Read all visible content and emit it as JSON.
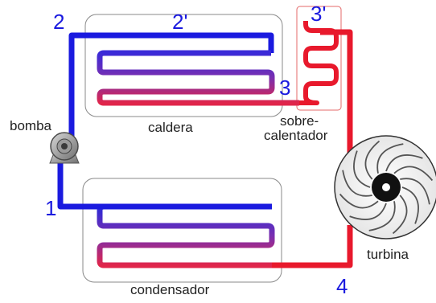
{
  "labels": {
    "boiler": "caldera",
    "pump": "bomba",
    "superheater_line1": "sobre-",
    "superheater_line2": "calentador",
    "condenser": "condensador",
    "turbine": "turbina"
  },
  "state_points": {
    "p1": "1",
    "p2": "2",
    "p2prime": "2'",
    "p3": "3",
    "p3prime": "3'",
    "p4": "4"
  },
  "colors": {
    "cold_pipe": "#1a1adf",
    "mid_pipe": "#6a2fb8",
    "hot_pipe": "#e8192c",
    "box_border": "#777777",
    "label_blue": "#1a1adf"
  }
}
